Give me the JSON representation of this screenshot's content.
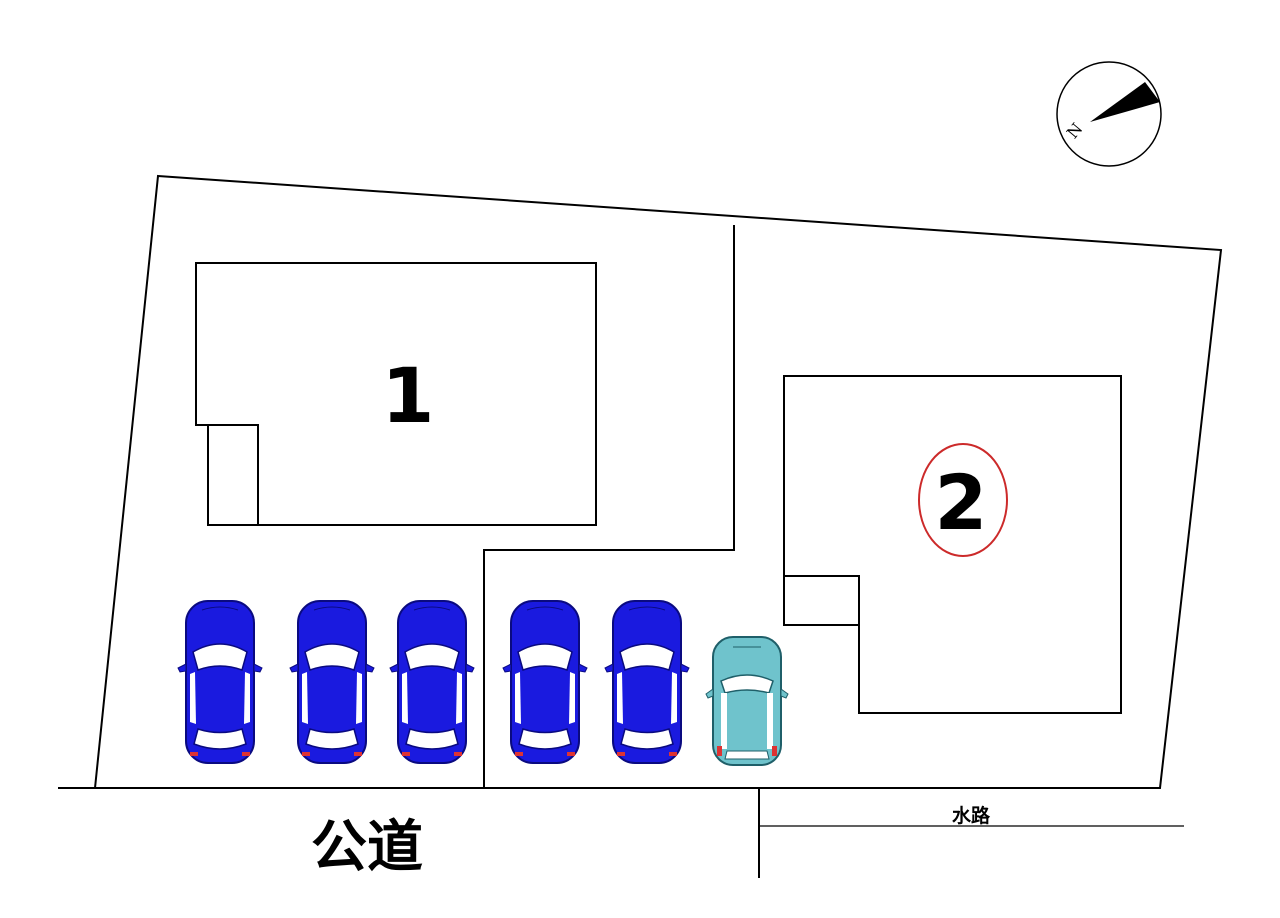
{
  "lots": [
    {
      "id": "lot-1",
      "label": "1"
    },
    {
      "id": "lot-2",
      "label": "2"
    }
  ],
  "road_label": "公道",
  "waterway_label": "水路",
  "compass_label": "N",
  "colors": {
    "car_blue": "#1a1adf",
    "car_teal": "#6fc3cc",
    "lot2_circle": "#cc2a2a",
    "line": "#000000"
  }
}
